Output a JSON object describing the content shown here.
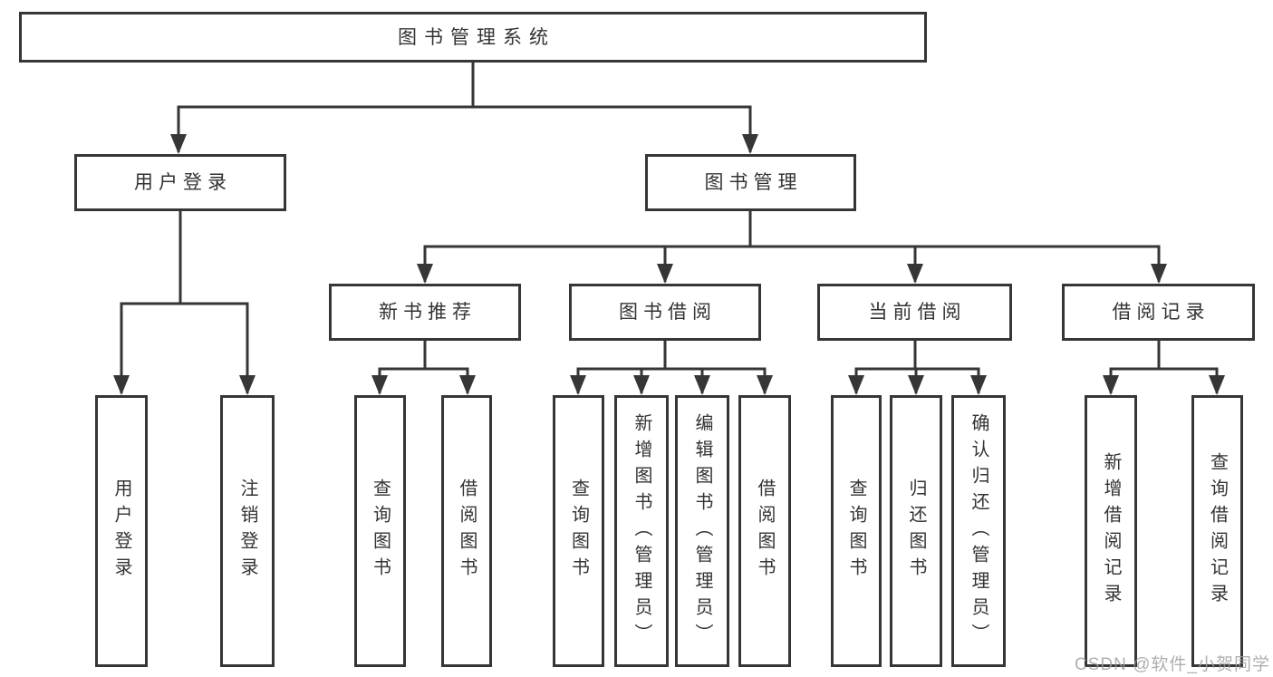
{
  "tree": {
    "label": "图书管理系统",
    "children": [
      {
        "label": "用户登录",
        "children": [
          {
            "label": "用户登录"
          },
          {
            "label": "注销登录"
          }
        ]
      },
      {
        "label": "图书管理",
        "children": [
          {
            "label": "新书推荐",
            "children": [
              {
                "label": "查询图书"
              },
              {
                "label": "借阅图书"
              }
            ]
          },
          {
            "label": "图书借阅",
            "children": [
              {
                "label": "查询图书"
              },
              {
                "label": "新增图书（管理员）"
              },
              {
                "label": "编辑图书（管理员）"
              },
              {
                "label": "借阅图书"
              }
            ]
          },
          {
            "label": "当前借阅",
            "children": [
              {
                "label": "查询图书"
              },
              {
                "label": "归还图书"
              },
              {
                "label": "确认归还（管理员）"
              }
            ]
          },
          {
            "label": "借阅记录",
            "children": [
              {
                "label": "新增借阅记录"
              },
              {
                "label": "查询借阅记录"
              }
            ]
          }
        ]
      }
    ]
  },
  "watermark": "CSDN @软件_小贺同学",
  "colors": {
    "line": "#363636",
    "text": "#333333",
    "watermark": "#9e9e9e",
    "background": "#ffffff"
  }
}
